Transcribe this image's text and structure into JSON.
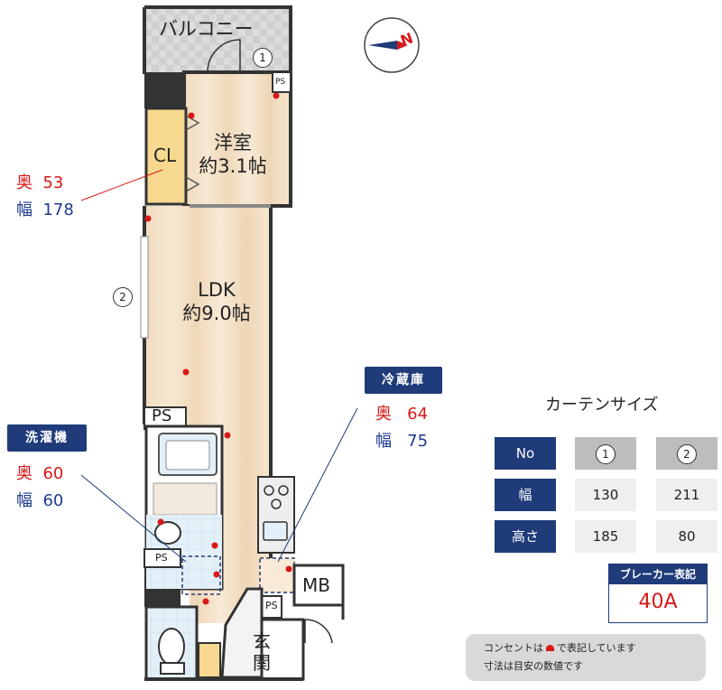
{
  "rooms": {
    "balcony": "バルコニー",
    "western_room": "洋室",
    "western_size": "約3.1帖",
    "closet": "CL",
    "ldk": "LDK",
    "ldk_size": "約9.0帖",
    "ps": "PS",
    "mb": "MB",
    "entrance": "玄関"
  },
  "window_markers": {
    "one": "1",
    "two": "2"
  },
  "cl_dims": {
    "depth_label": "奥",
    "depth": "53",
    "width_label": "幅",
    "width": "178"
  },
  "washer": {
    "title": "洗濯機",
    "depth_label": "奥",
    "depth": "60",
    "width_label": "幅",
    "width": "60"
  },
  "fridge": {
    "title": "冷蔵庫",
    "depth_label": "奥",
    "depth": "64",
    "width_label": "幅",
    "width": "75"
  },
  "curtain": {
    "title": "カーテンサイズ",
    "header": [
      "No",
      "1",
      "2"
    ],
    "rows": [
      {
        "label": "幅",
        "values": [
          "130",
          "211"
        ]
      },
      {
        "label": "高さ",
        "values": [
          "185",
          "80"
        ]
      }
    ]
  },
  "breaker": {
    "label": "ブレーカー表記",
    "value": "40A"
  },
  "note": {
    "line1_pre": "コンセントは",
    "line1_post": "で表記しています",
    "line2": "寸法は目安の数値です"
  },
  "compass": {
    "label": "N"
  },
  "colors": {
    "navy": "#1f3b7a",
    "red": "#d81818",
    "floor": "#f4e3c8",
    "wall": "#333333"
  }
}
